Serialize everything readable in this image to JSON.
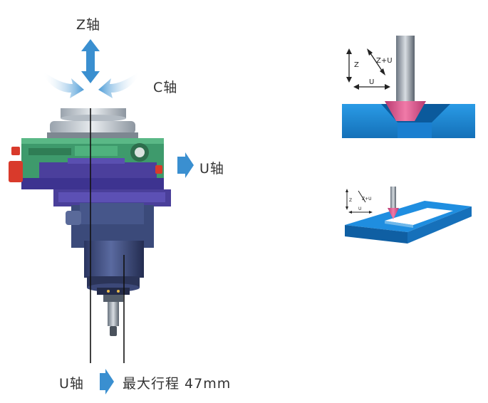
{
  "labels": {
    "z_axis": "Z轴",
    "c_axis": "C轴",
    "u_axis_right": "U轴",
    "u_axis_bottom": "U轴",
    "max_stroke": "最大行程 47mm"
  },
  "detail_top": {
    "z": "Z",
    "z_plus_u": "Z+U",
    "u": "U"
  },
  "detail_bottom": {
    "z": "Z",
    "z_plus_u": "Z+U",
    "u": "U"
  },
  "colors": {
    "arrow_blue": "#3a8fd0",
    "c_arrow_light": "#cfe5f5",
    "part_blue": "#1e88d6",
    "tool_pink": "#e0508a",
    "head_purple": "#4a3f9a",
    "head_green": "#3f9e6a",
    "body_navy": "#3b4a7a",
    "accent_red": "#d93a2b"
  }
}
